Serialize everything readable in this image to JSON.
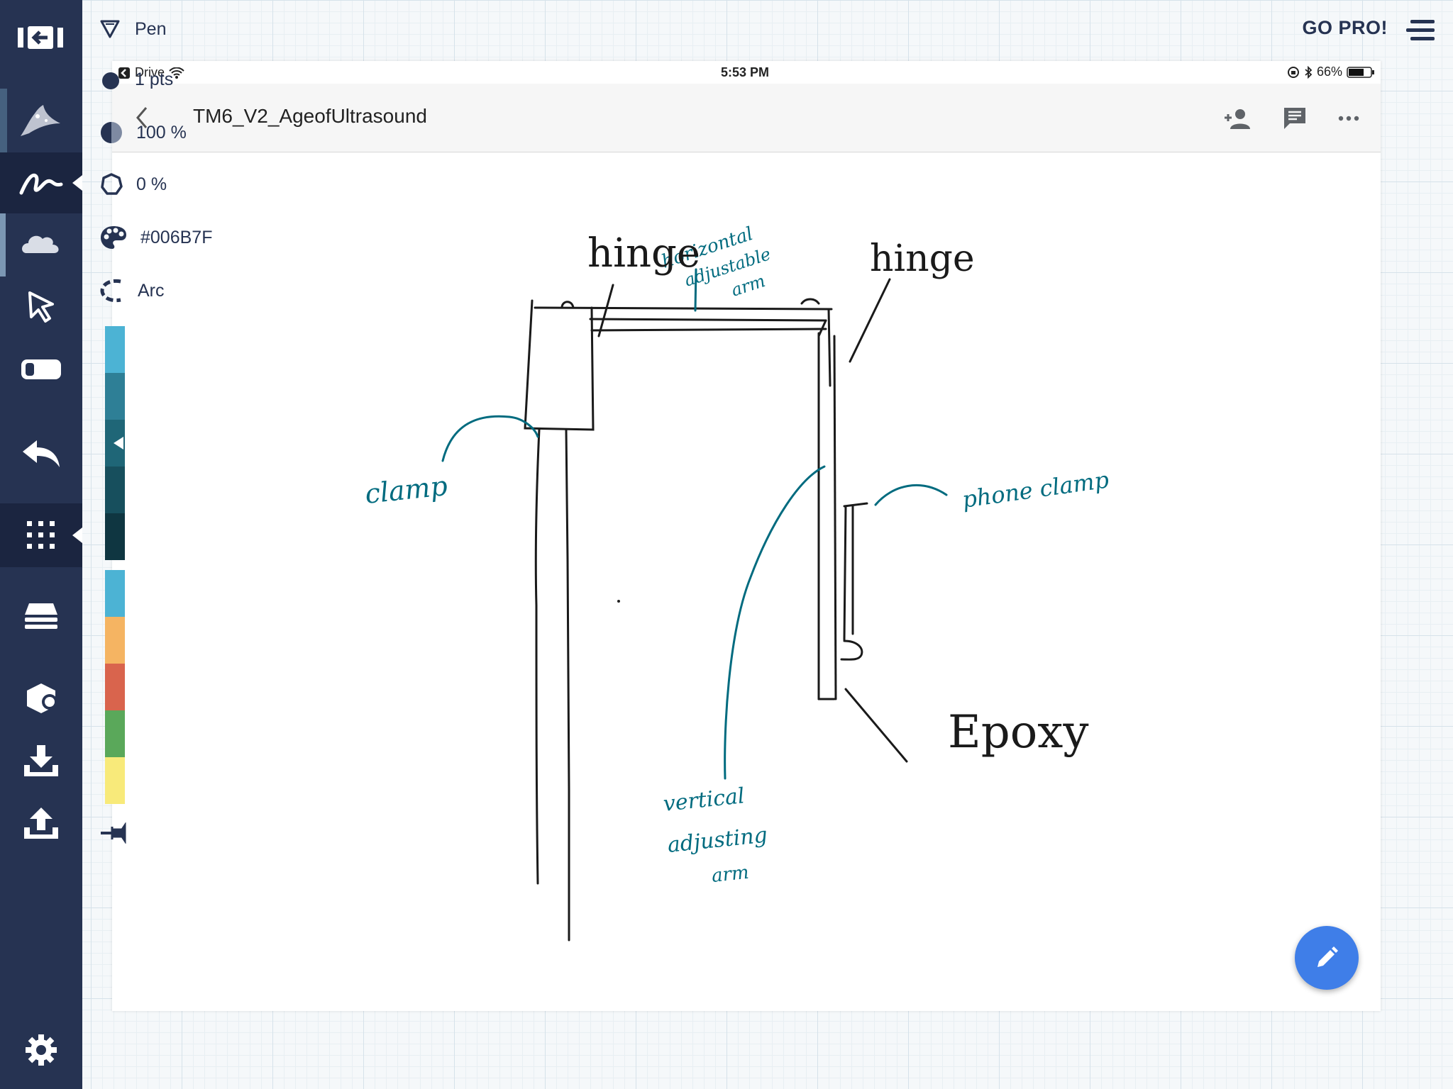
{
  "app": {
    "go_pro_label": "GO PRO!"
  },
  "tool": {
    "name": "Pen",
    "size": "1 pts",
    "opacity": "100 %",
    "smoothing": "0 %",
    "color_hex": "#006B7F",
    "stroke_style": "Arc"
  },
  "palette": {
    "shades": [
      "#4cb3d4",
      "#2e7f96",
      "#1f6677",
      "#174f5d",
      "#0f3641"
    ],
    "presets": [
      "#4cb3d4",
      "#f5b462",
      "#d9644d",
      "#5aa85a",
      "#f8ea7a"
    ]
  },
  "status_bar": {
    "back_app": "Drive",
    "time": "5:53 PM",
    "battery": "66%"
  },
  "document": {
    "title": "TM6_V2_AgeofUltrasound"
  },
  "sketch_labels": {
    "hinge_left": "hinge",
    "hinge_right": "hinge",
    "horizontal_arm": [
      "horizontal",
      "adjustable",
      "arm"
    ],
    "clamp": "clamp",
    "phone_clamp": "phone   clamp",
    "vertical_arm": [
      "vertical",
      "adjusting",
      "arm"
    ],
    "epoxy": "Epoxy"
  },
  "colors": {
    "sidebar": "#263352",
    "ink": "#006B7F",
    "fab": "#3f7ee8"
  },
  "icons": [
    "exit-icon",
    "brush-preview-icon",
    "pen-tool-icon",
    "smudge-icon",
    "select-icon",
    "eraser-icon",
    "undo-icon",
    "grid-menu-icon",
    "layers-icon",
    "shapes-icon",
    "import-icon",
    "export-icon",
    "settings-icon",
    "add-person-icon",
    "comment-icon",
    "more-icon",
    "pencil-icon",
    "pin-icon"
  ]
}
